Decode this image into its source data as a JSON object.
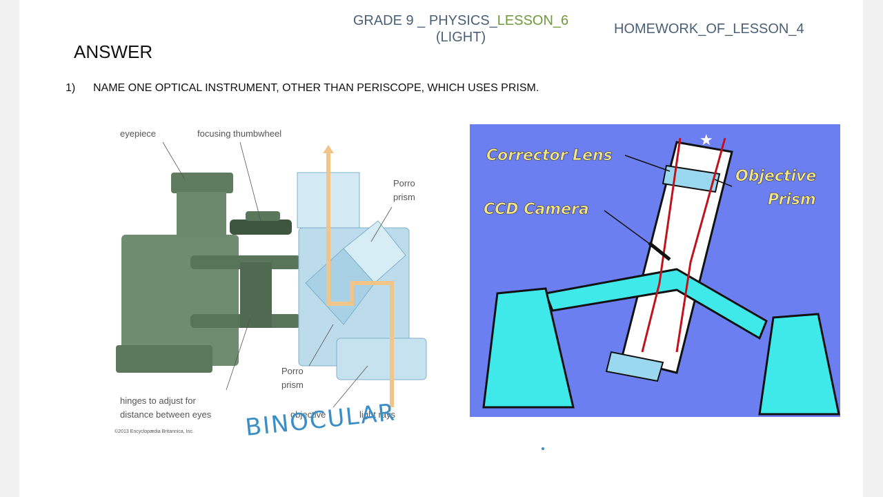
{
  "header": {
    "center_prefix": "GRADE 9 _ PHYSICS_",
    "center_lesson": "LESSON_6",
    "center_sub": "(LIGHT)",
    "right": "HOMEWORK_OF_LESSON_4"
  },
  "answer_heading": "ANSWER",
  "question": {
    "number": "1)",
    "text": "NAME ONE OPTICAL INSTRUMENT, OTHER THAN PERISCOPE, WHICH USES PRISM."
  },
  "binocular_figure": {
    "labels": {
      "eyepiece": "eyepiece",
      "focusing": "focusing thumbwheel",
      "porro_top_1": "Porro",
      "porro_top_2": "prism",
      "porro_bottom_1": "Porro",
      "porro_bottom_2": "prism",
      "hinges_1": "hinges to adjust for",
      "hinges_2": "distance between eyes",
      "objective": "objective",
      "light_rays": "light rays",
      "copyright": "©2013 Encyclopædia Britannica, Inc."
    }
  },
  "telescope_figure": {
    "labels": {
      "corrector": "Corrector Lens",
      "objective_1": "Objective",
      "objective_2": "Prism",
      "ccd": "CCD Camera"
    },
    "colors": {
      "background": "#6b7ff0",
      "mount": "#3fe9e9",
      "ray": "#c0121c"
    }
  },
  "handwritten_answer": "BINOCULAR"
}
